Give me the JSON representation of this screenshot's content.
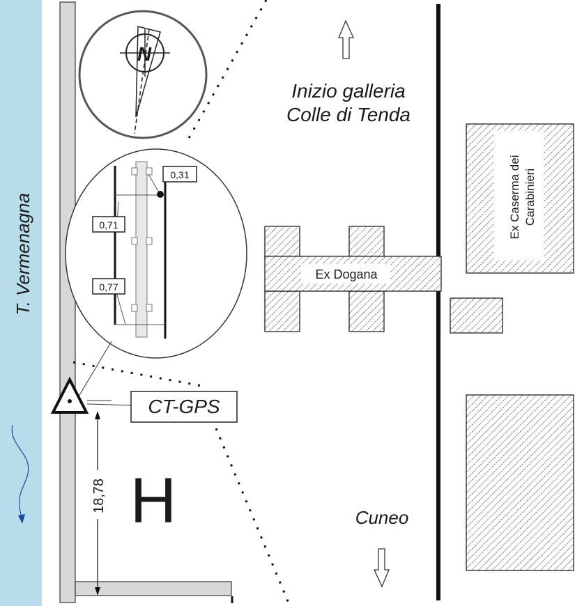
{
  "river": {
    "label": "T. Vermenagna",
    "color": "#b8dce9"
  },
  "labels": {
    "tunnel_line1": "Inizio galleria",
    "tunnel_line2": "Colle di Tenda",
    "cuneo": "Cuneo",
    "ex_dogana": "Ex Dogana",
    "caserma_line1": "Ex Caserma dei",
    "caserma_line2": "Carabinieri",
    "station": "CT-GPS",
    "distance": "18,78",
    "helipad": "H"
  },
  "compass": {
    "letter": "N"
  },
  "detail_inset": {
    "values": [
      "0,31",
      "0,71",
      "0,77"
    ]
  },
  "icons": [
    "compass-icon",
    "north-arrow-icon",
    "survey-triangle-icon",
    "flow-arrow-icon"
  ]
}
